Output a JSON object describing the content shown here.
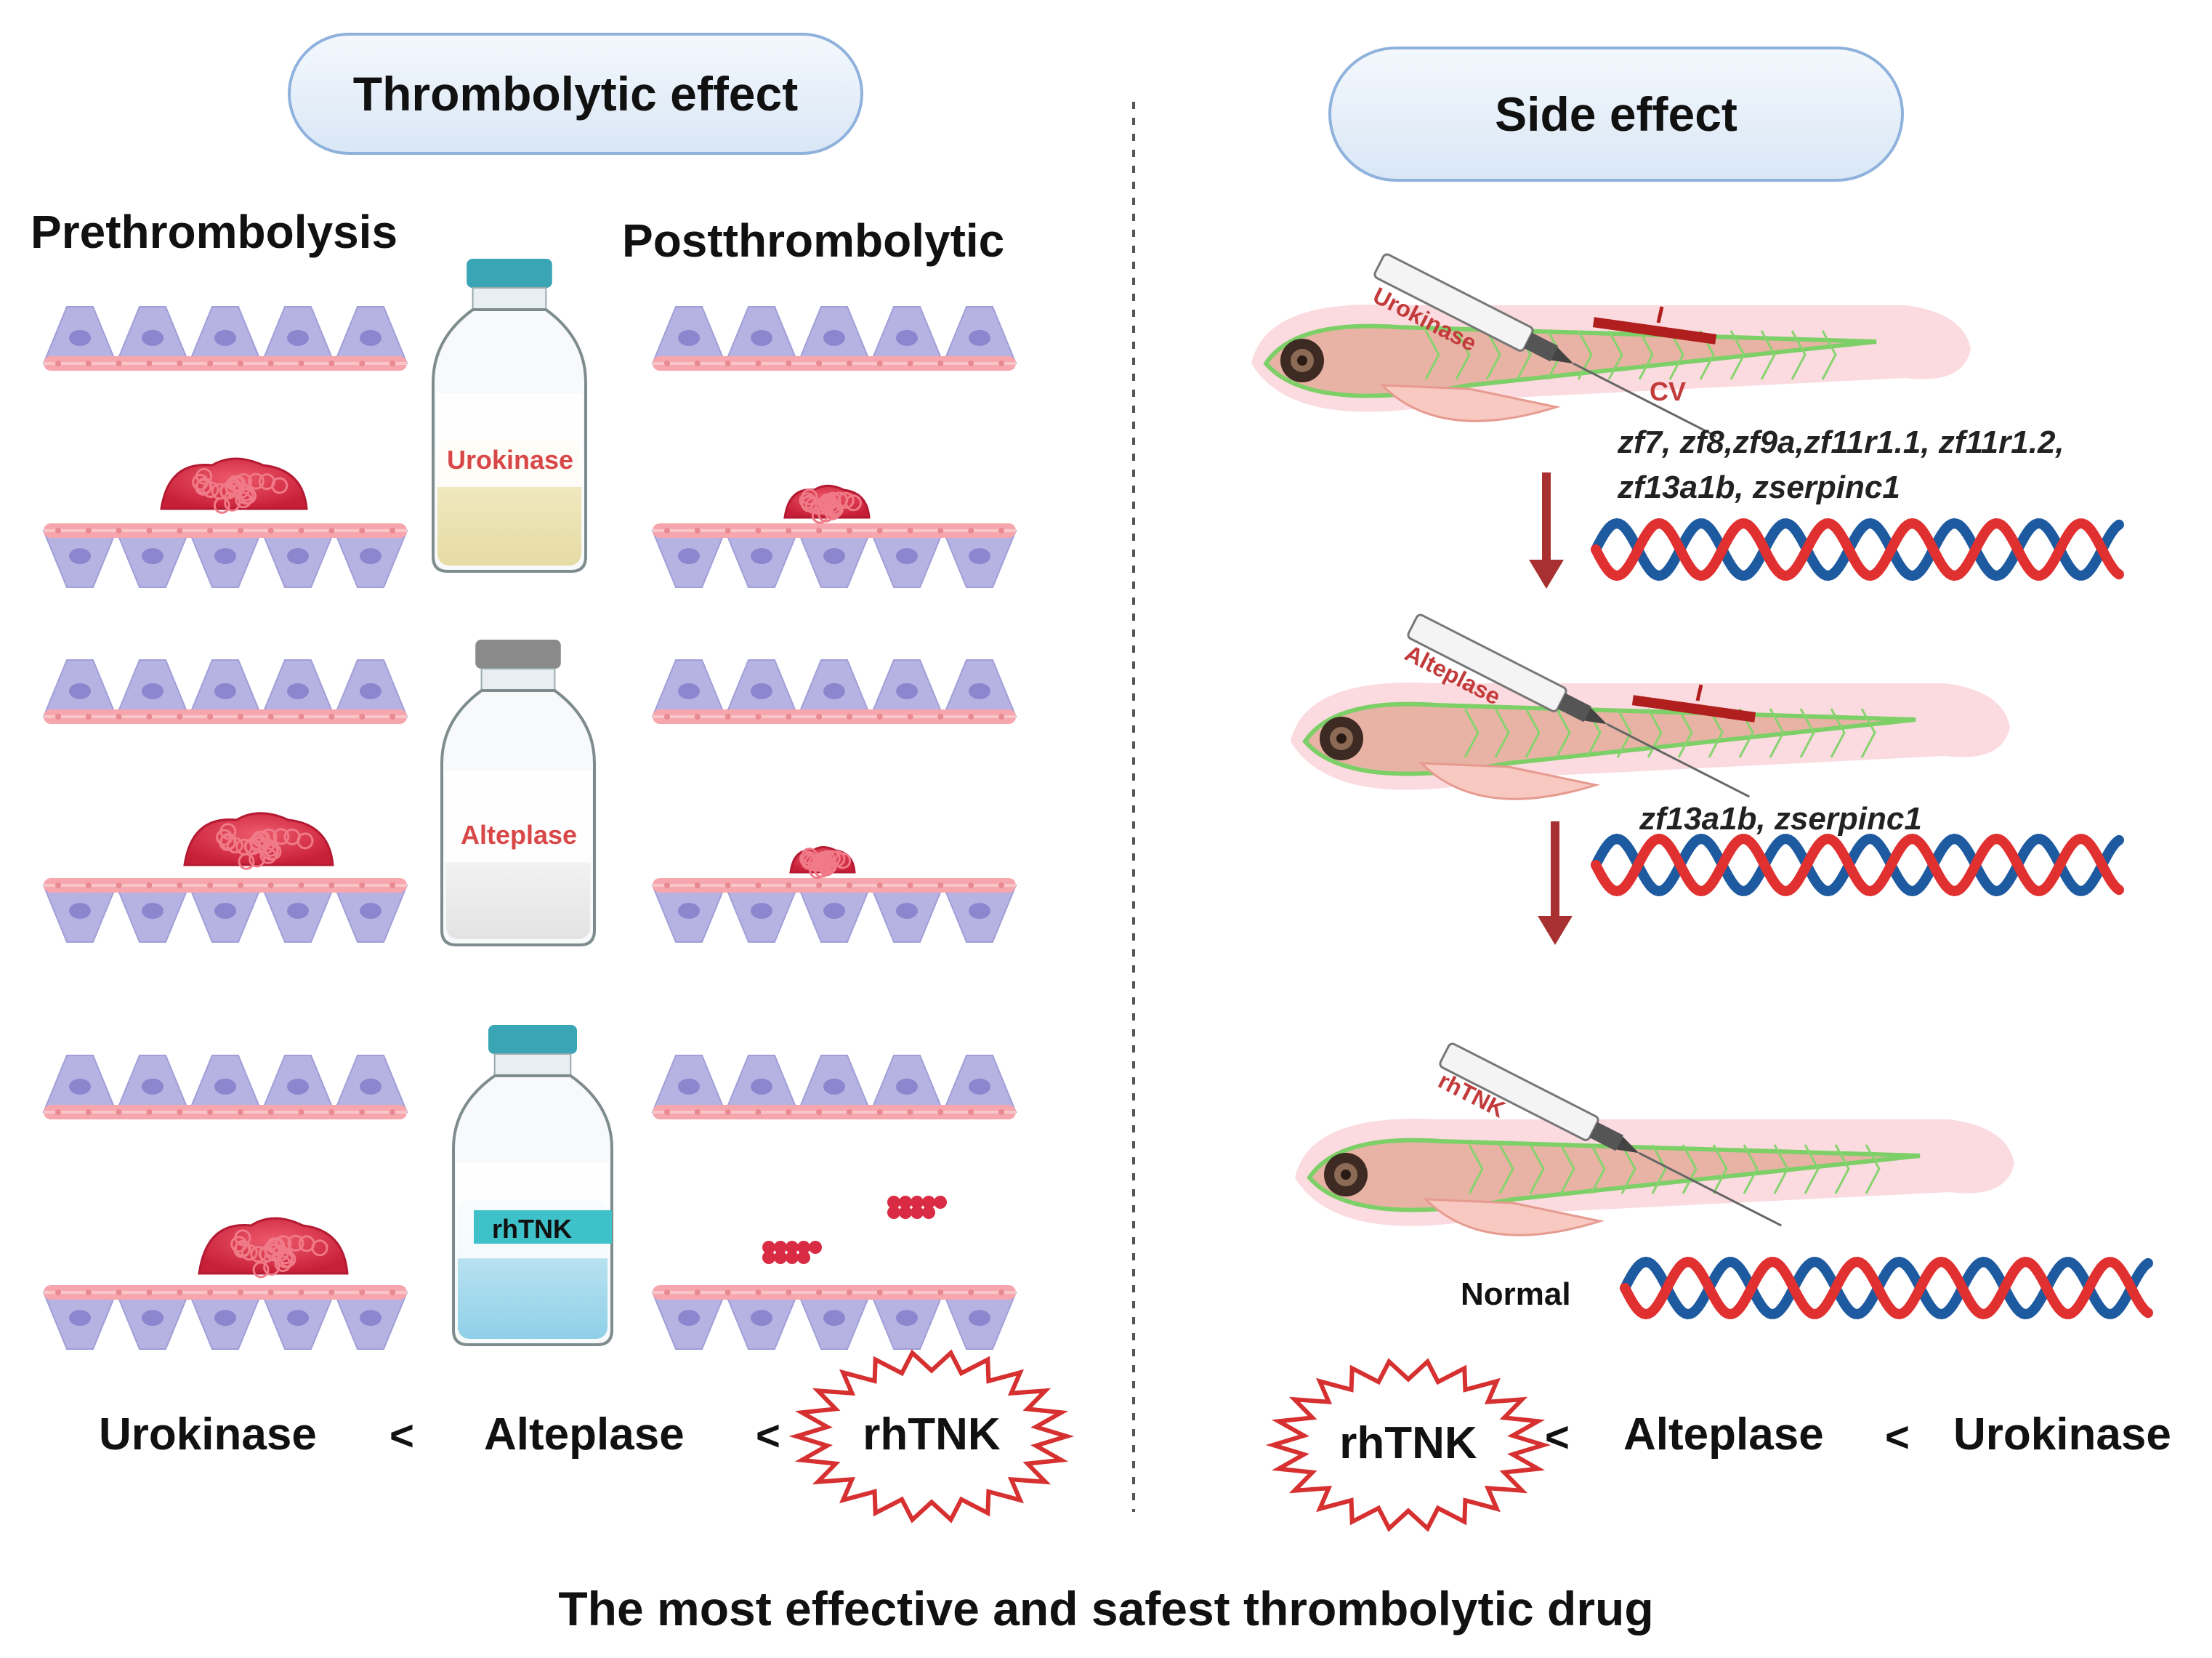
{
  "panels": {
    "left_title": "Thrombolytic effect",
    "right_title": "Side effect"
  },
  "columns": {
    "pre": "Prethrombolysis",
    "post": "Postthrombolytic"
  },
  "drugs": {
    "urokinase": "Urokinase",
    "alteplase": "Alteplase",
    "rhtnk": "rhTNK"
  },
  "genes": {
    "row1_line1": "zf7, zf8,zf9a,zf11r1.1, zf11r1.2,",
    "row1_line2": "zf13a1b, zserpinc1",
    "row2": "zf13a1b, zserpinc1"
  },
  "labels": {
    "cv": "CV",
    "normal": "Normal",
    "less_than": "<"
  },
  "footer": "The most effective and safest thrombolytic drug",
  "colors": {
    "cell_purple": "#b6b3e3",
    "nucleus": "#8c86cf",
    "membrane_pink": "#f6a6ac",
    "clot_red": "#d92b43",
    "dna_red": "#e03030",
    "dna_blue": "#1e5aa0",
    "arrow_dark_red": "#a83030",
    "star_red": "#d63030",
    "pill_border": "#8fb2dd"
  }
}
